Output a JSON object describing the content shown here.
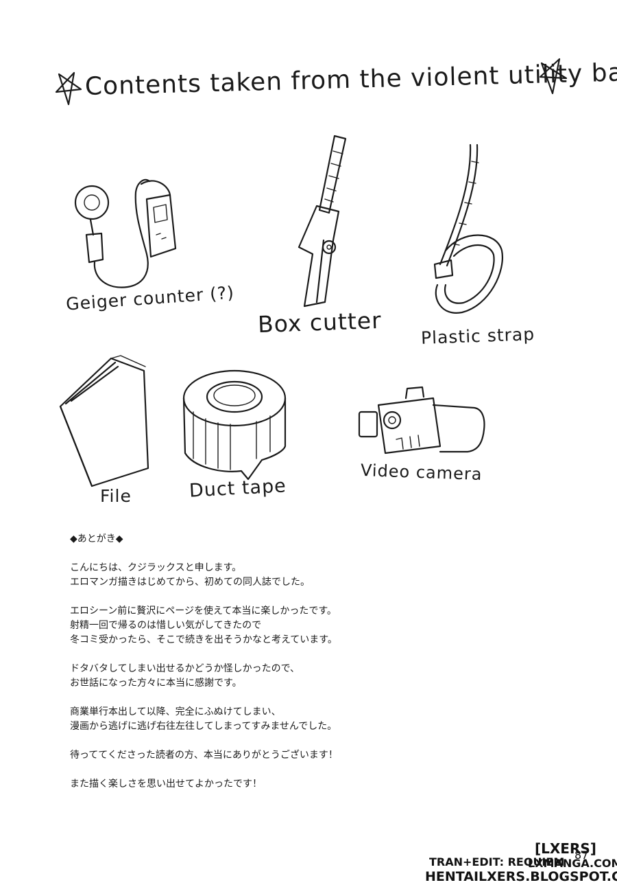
{
  "title": "Contents taken from the violent utility bag!",
  "items": [
    {
      "label": "Geiger counter (?)"
    },
    {
      "label": "Box cutter"
    },
    {
      "label": "Plastic strap"
    },
    {
      "label": "File"
    },
    {
      "label": "Duct tape"
    },
    {
      "label": "Video camera"
    }
  ],
  "afterword": {
    "heading": "◆あとがき◆",
    "paragraphs": [
      [
        "こんにちは、クジラックスと申します。",
        "エロマンガ描きはじめてから、初めての同人誌でした。"
      ],
      [
        "エロシーン前に贅沢にページを使えて本当に楽しかったです。",
        "射精一回で帰るのは惜しい気がしてきたので",
        "冬コミ受かったら、そこで続きを出そうかなと考えています。"
      ],
      [
        "ドタバタしてしまい出せるかどうか怪しかったので、",
        "お世話になった方々に本当に感謝です。"
      ],
      [
        "商業単行本出して以降、完全にふぬけてしまい、",
        "漫画から逃げに逃げ右往左往してしまってすみませんでした。"
      ],
      [
        "待っててくださった読者の方、本当にありがとうございます！"
      ],
      [
        "また描く楽しさを思い出せてよかったです！"
      ]
    ]
  },
  "page_number": "87",
  "credits": {
    "group": "[LXERS]",
    "tran_edit": "TRAN+EDIT: REQUIEM",
    "site1": "LXMANGA.COM",
    "site2": "HENTAILXERS.BLOGSPOT.COM"
  }
}
